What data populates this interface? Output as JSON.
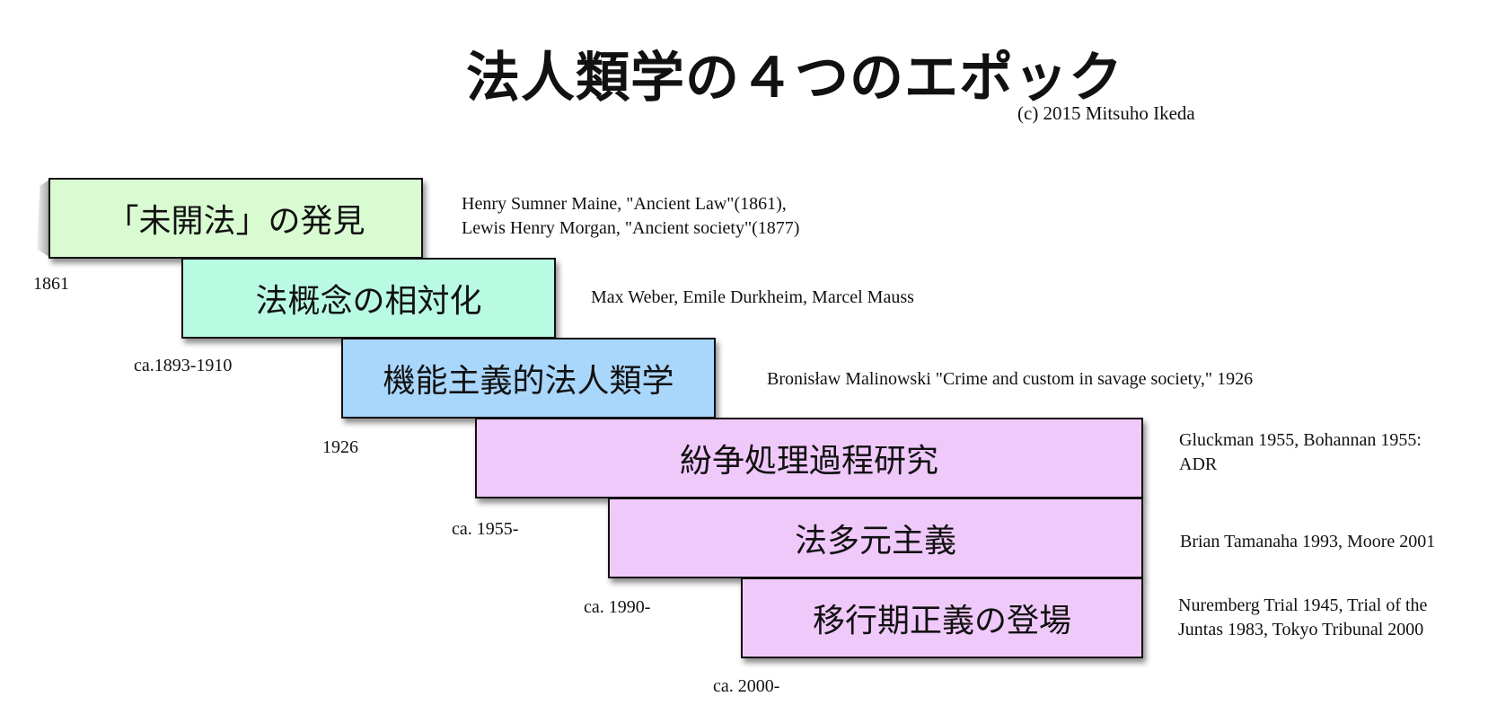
{
  "title": "法人類学の４つのエポック",
  "credit": "(c) 2015 Mitsuho Ikeda",
  "epochs": [
    {
      "label": "「未開法」の発見",
      "date": "1861",
      "note_lines": [
        "Henry Sumner Maine, \"Ancient Law\"(1861),",
        "Lewis Henry Morgan, \"Ancient society\"(1877)"
      ],
      "color": "#d9fbd2"
    },
    {
      "label": "法概念の相対化",
      "date": "ca.1893-1910",
      "note_lines": [
        "Max Weber, Emile Durkheim, Marcel Mauss"
      ],
      "color": "#b9fae3"
    },
    {
      "label": "機能主義的法人類学",
      "date": "1926",
      "note_lines": [
        "Bronisław Malinowski \"Crime and custom in savage society,\" 1926"
      ],
      "color": "#a9d6fb"
    },
    {
      "label": "紛争処理過程研究",
      "date": "ca. 1955-",
      "note_lines": [
        "Gluckman 1955, Bohannan 1955:",
        "ADR"
      ],
      "color": "#f0c9fb"
    },
    {
      "label": "法多元主義",
      "date": "ca. 1990-",
      "note_lines": [
        "Brian Tamanaha 1993, Moore 2001"
      ],
      "color": "#f0c9fb"
    },
    {
      "label": "移行期正義の登場",
      "date": "ca. 2000-",
      "note_lines": [
        "Nuremberg Trial 1945, Trial of the",
        "Juntas 1983, Tokyo Tribunal 2000"
      ],
      "color": "#f0c9fb"
    }
  ]
}
